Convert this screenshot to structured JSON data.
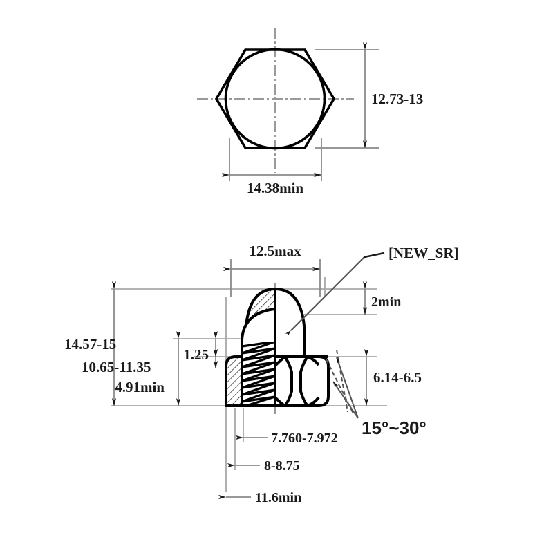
{
  "drawing": {
    "title": "Hex Dome Cap Nut — Dimensioned Engineering Drawing",
    "background_color": "#ffffff",
    "line_color": "#000000",
    "dimension_line_color": "#8a8a8a",
    "text_color": "#1a1a1a"
  },
  "top_view": {
    "name": "Hex head top view",
    "dimensions": {
      "across_flats_vertical": "12.73-13",
      "across_corners_horizontal": "14.38min"
    }
  },
  "section_view": {
    "name": "Cap nut sectional front view",
    "dimensions": {
      "dome_width": "12.5max",
      "overall_height": "14.57-15",
      "body_height": "10.65-11.35",
      "thread_depth": "4.91min",
      "pitch": "1.25",
      "wall_top": "2min",
      "hex_height": "6.14-6.5",
      "thread_minor": "7.760-7.972",
      "thread_major": "8-8.75",
      "across_flats_bottom": "11.6min",
      "chamfer_angle": "15°~30°"
    },
    "annotations": {
      "dome_radius_note": "[NEW_SR]"
    }
  },
  "labels": {
    "t_across_flats": "12.73-13",
    "t_across_corners": "14.38min",
    "s_dome_width": "12.5max",
    "s_new_sr": "[NEW_SR]",
    "s_wall_top": "2min",
    "s_overall_height": "14.57-15",
    "s_body_height": "10.65-11.35",
    "s_pitch": "1.25",
    "s_thread_depth": "4.91min",
    "s_hex_height": "6.14-6.5",
    "s_thread_minor": "7.760-7.972",
    "s_thread_major": "8-8.75",
    "s_across_flats_bottom": "11.6min",
    "s_chamfer_angle": "15°~30°"
  }
}
